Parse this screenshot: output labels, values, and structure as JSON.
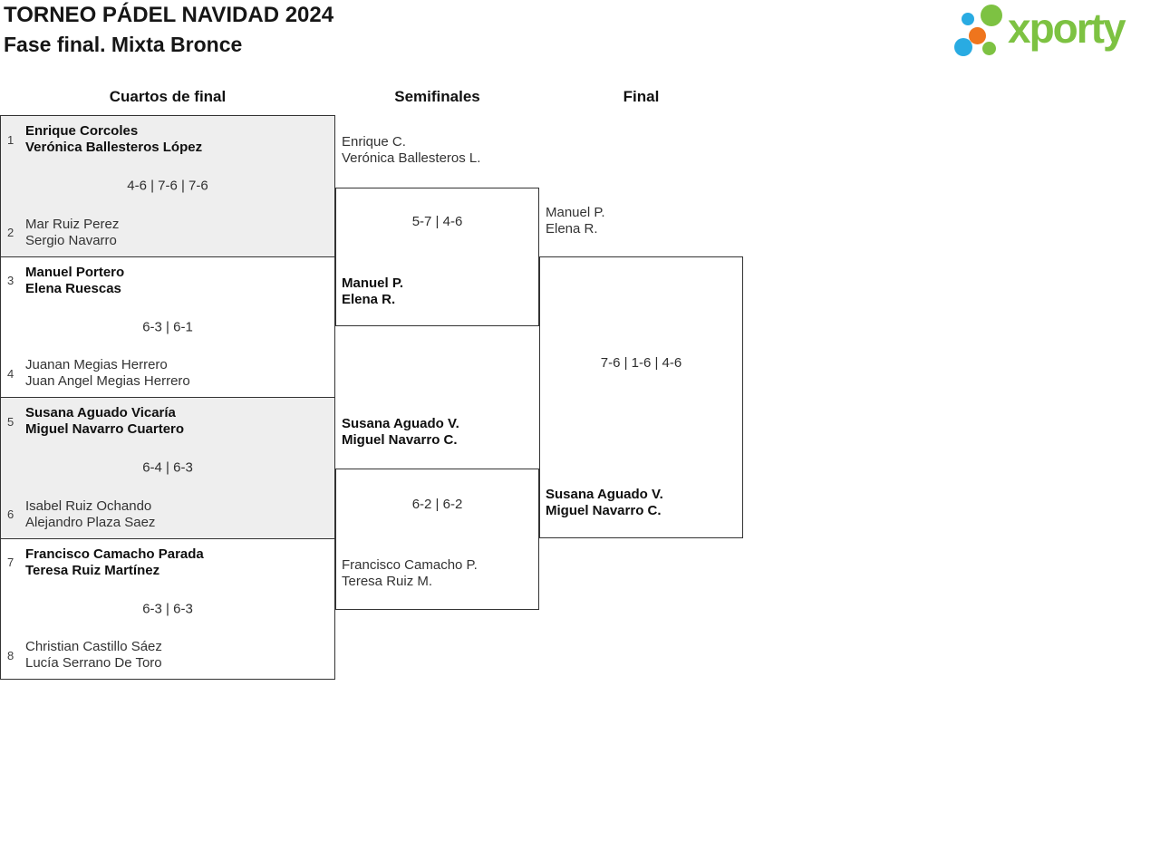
{
  "page": {
    "title": "TORNEO PÁDEL NAVIDAD 2024",
    "subtitle": "Fase final. Mixta Bronce"
  },
  "logo": {
    "text": "xporty",
    "colors": {
      "green": "#7dc242",
      "blue": "#29abe2",
      "orange": "#ef751d"
    }
  },
  "round_headers": {
    "quarterfinals": "Cuartos de final",
    "semifinals": "Semifinales",
    "final": "Final"
  },
  "quarterfinals": [
    {
      "seed_top": "1",
      "top_line1": "Enrique Corcoles",
      "top_line2": "Verónica Ballesteros López",
      "score": "4-6 | 7-6 | 7-6",
      "seed_bottom": "2",
      "bottom_line1": "Mar Ruiz Perez",
      "bottom_line2": "Sergio Navarro"
    },
    {
      "seed_top": "3",
      "top_line1": "Manuel Portero",
      "top_line2": "Elena Ruescas",
      "score": "6-3 | 6-1",
      "seed_bottom": "4",
      "bottom_line1": "Juanan Megias Herrero",
      "bottom_line2": "Juan Angel Megias Herrero"
    },
    {
      "seed_top": "5",
      "top_line1": "Susana Aguado Vicaría",
      "top_line2": "Miguel Navarro Cuartero",
      "score": "6-4 | 6-3",
      "seed_bottom": "6",
      "bottom_line1": "Isabel Ruiz Ochando",
      "bottom_line2": "Alejandro Plaza Saez"
    },
    {
      "seed_top": "7",
      "top_line1": "Francisco Camacho Parada",
      "top_line2": "Teresa Ruiz Martínez",
      "score": "6-3 | 6-3",
      "seed_bottom": "8",
      "bottom_line1": "Christian Castillo Sáez",
      "bottom_line2": "Lucía Serrano De Toro"
    }
  ],
  "semifinals": [
    {
      "top_line1": "Enrique C.",
      "top_line2": "Verónica Ballesteros L.",
      "score": "5-7 | 4-6",
      "bottom_line1": "Manuel P.",
      "bottom_line2": "Elena R."
    },
    {
      "top_line1": "Susana Aguado V.",
      "top_line2": "Miguel Navarro C.",
      "score": "6-2 | 6-2",
      "bottom_line1": "Francisco Camacho P.",
      "bottom_line2": "Teresa Ruiz M."
    }
  ],
  "final": {
    "top_line1": "Manuel P.",
    "top_line2": "Elena R.",
    "score": "7-6 | 1-6 | 4-6",
    "bottom_line1": "Susana Aguado V.",
    "bottom_line2": "Miguel Navarro C."
  }
}
